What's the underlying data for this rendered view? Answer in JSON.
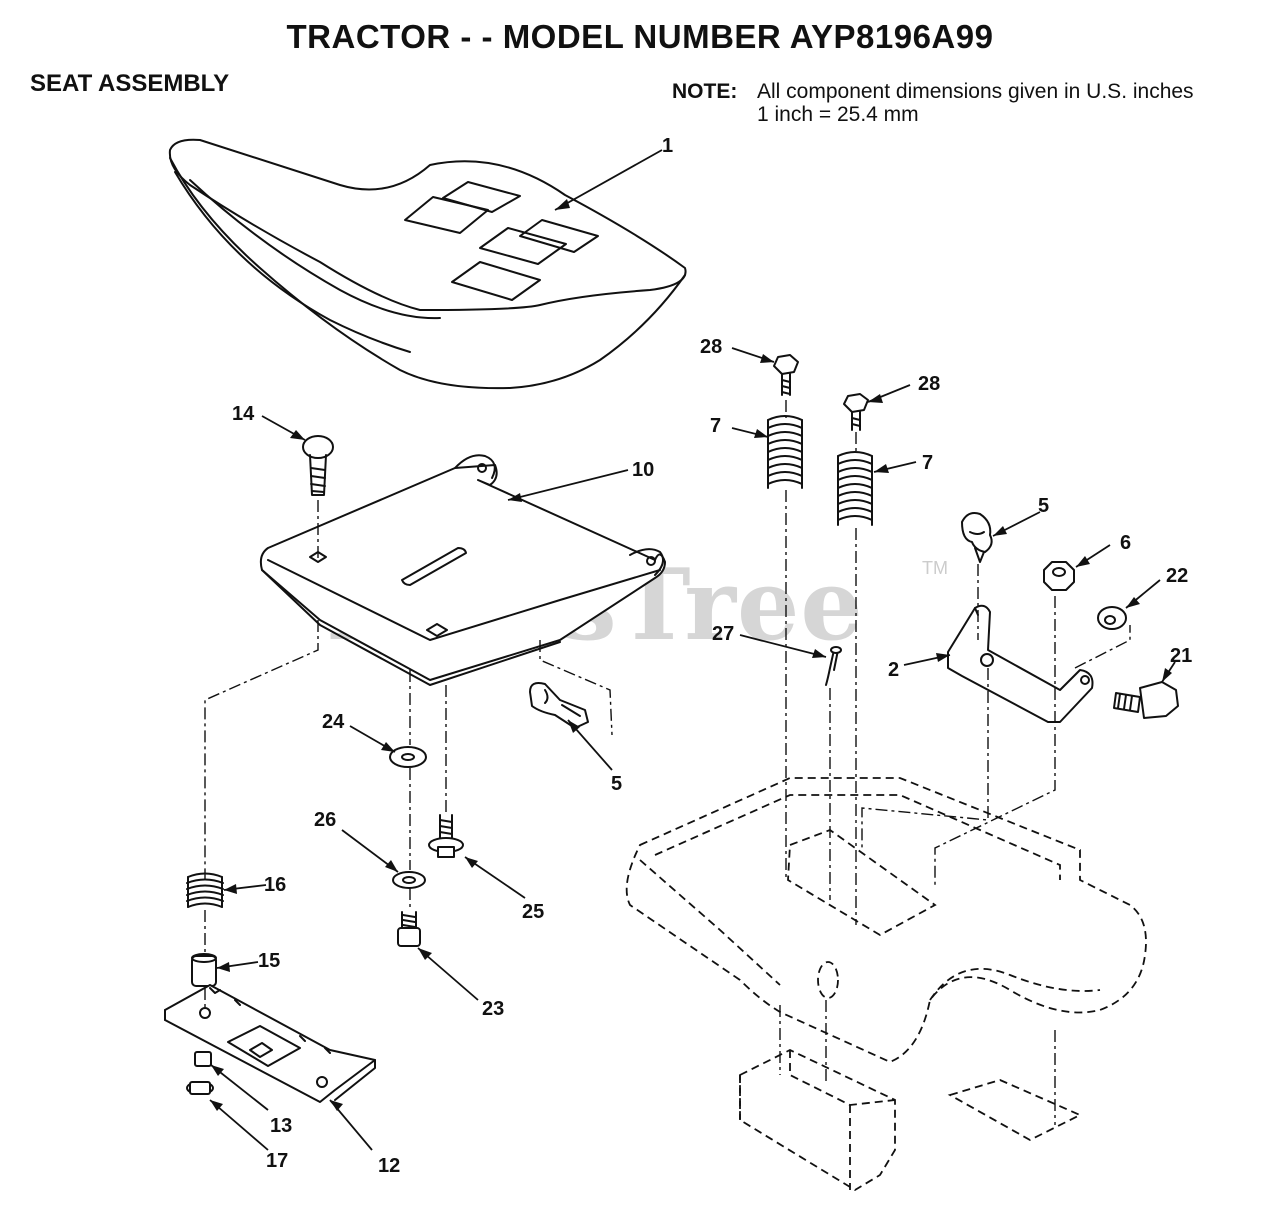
{
  "header": {
    "title": "TRACTOR - - MODEL NUMBER AYP8196A99",
    "section": "SEAT ASSEMBLY",
    "note_label": "NOTE:",
    "note_line1": "All component dimensions given in U.S. inches",
    "note_line2": "1 inch = 25.4 mm"
  },
  "watermark": {
    "text": "PartsTree",
    "tm": "TM"
  },
  "callouts": {
    "c1": "1",
    "c2": "2",
    "c5a": "5",
    "c5b": "5",
    "c6": "6",
    "c7a": "7",
    "c7b": "7",
    "c10": "10",
    "c12": "12",
    "c13": "13",
    "c14": "14",
    "c15": "15",
    "c16": "16",
    "c17": "17",
    "c21": "21",
    "c22": "22",
    "c23": "23",
    "c24": "24",
    "c25": "25",
    "c26": "26",
    "c27": "27",
    "c28a": "28",
    "c28b": "28"
  }
}
